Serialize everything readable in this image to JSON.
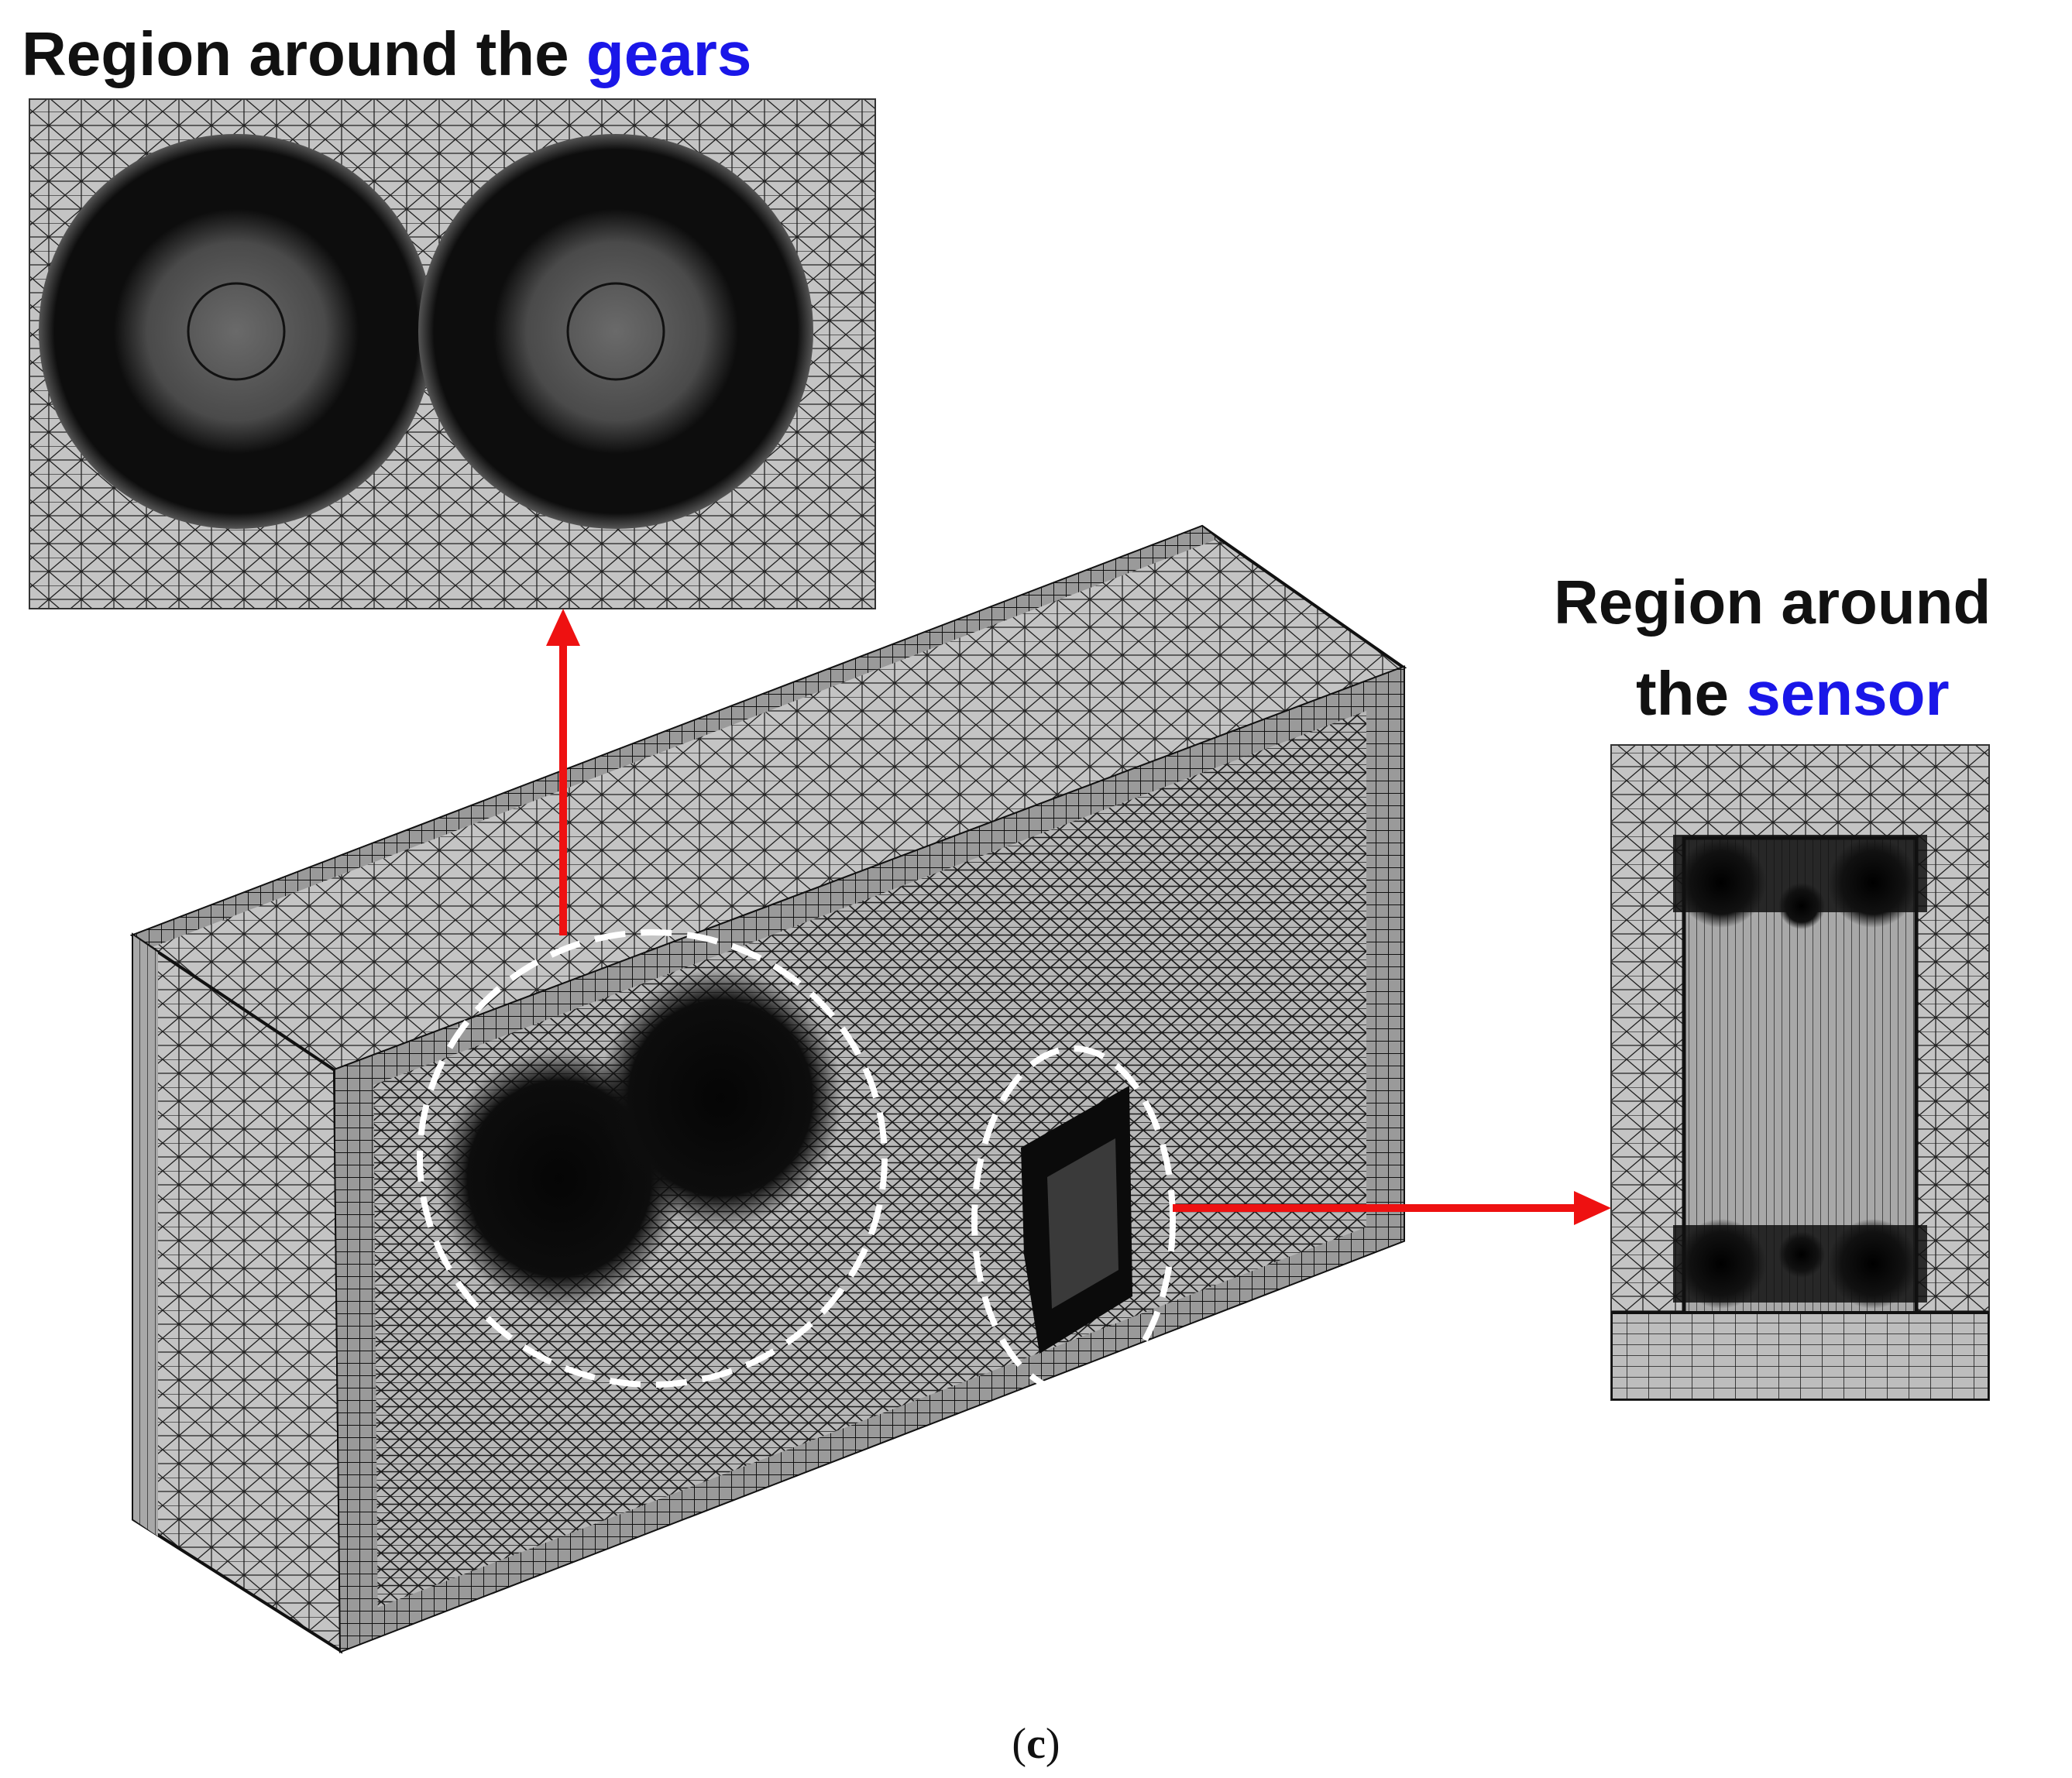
{
  "panels": {
    "gears": {
      "title_lead": "Region around the ",
      "title_accent": "gears"
    },
    "sensor": {
      "title_line1": "Region around",
      "title_line2_lead": "the ",
      "title_line2_accent": "sensor"
    }
  },
  "caption": {
    "open": "(",
    "letter": "c",
    "close": ")"
  },
  "colors": {
    "accent_text": "#1a17e8",
    "arrow": "#ee1111",
    "mesh_fill": "#c4c4c4",
    "mesh_line": "#1a1a1a",
    "dense_mesh": "#0d0d0d",
    "highlight_ellipse": "#ffffff"
  }
}
